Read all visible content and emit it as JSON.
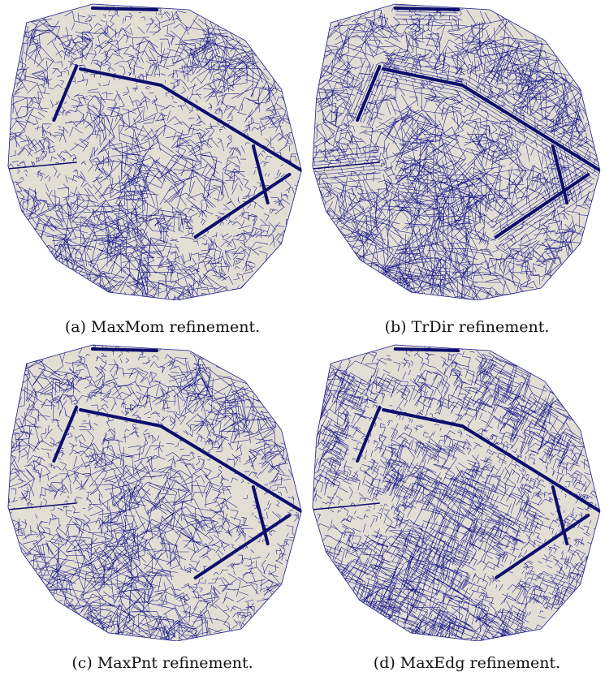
{
  "figure": {
    "panels": [
      {
        "id": "a",
        "caption": "(a) MaxMom refinement.",
        "variant": "MaxMom"
      },
      {
        "id": "b",
        "caption": "(b) TrDir refinement.",
        "variant": "TrDir"
      },
      {
        "id": "c",
        "caption": "(c) MaxPnt refinement.",
        "variant": "MaxPnt"
      },
      {
        "id": "d",
        "caption": "(d) MaxEdg refinement.",
        "variant": "MaxEdg"
      }
    ],
    "colors": {
      "mesh_fill": "#e2ded4",
      "mesh_line": "#1a1a8c",
      "fracture": "#0d0d6e",
      "background": "#ffffff"
    }
  }
}
